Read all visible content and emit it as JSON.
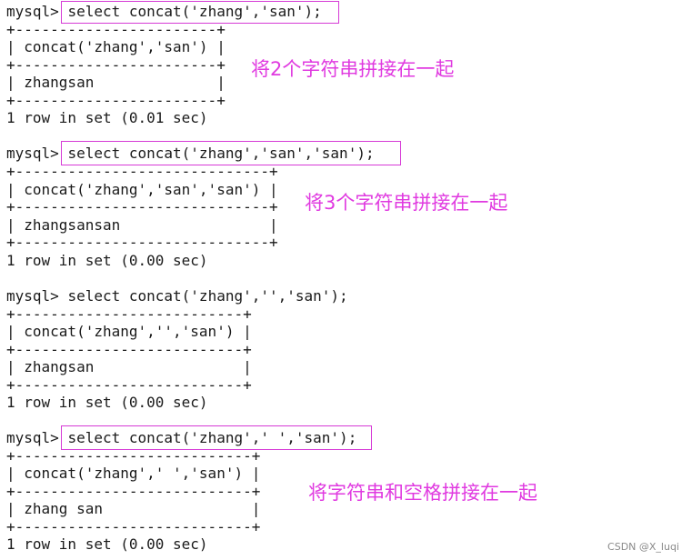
{
  "blocks": [
    {
      "prompt": "mysql> ",
      "command": "select concat('zhang','san');",
      "border": "+-----------------------+",
      "header": "| concat('zhang','san') |",
      "row": "| zhangsan              |",
      "footer": "1 row in set (0.01 sec)",
      "annotation": "将2个字符串拼接在一起",
      "boxed": true
    },
    {
      "prompt": "mysql> ",
      "command": "select concat('zhang','san','san');",
      "border": "+-----------------------------+",
      "header": "| concat('zhang','san','san') |",
      "row": "| zhangsansan                 |",
      "footer": "1 row in set (0.00 sec)",
      "annotation": "将3个字符串拼接在一起",
      "boxed": true
    },
    {
      "prompt": "mysql> ",
      "command": "select concat('zhang','','san');",
      "border": "+--------------------------+",
      "header": "| concat('zhang','','san') |",
      "row": "| zhangsan                 |",
      "footer": "1 row in set (0.00 sec)",
      "annotation": "",
      "boxed": false
    },
    {
      "prompt": "mysql> ",
      "command": "select concat('zhang',' ','san');",
      "border": "+---------------------------+",
      "header": "| concat('zhang',' ','san') |",
      "row": "| zhang san                 |",
      "footer": "1 row in set (0.00 sec)",
      "annotation": "将字符串和空格拼接在一起",
      "boxed": true
    }
  ],
  "watermark": "CSDN @X_luqi",
  "colors": {
    "highlight": "#d63ad6",
    "annotation": "#e03ae0",
    "text": "#1a1a1a"
  }
}
